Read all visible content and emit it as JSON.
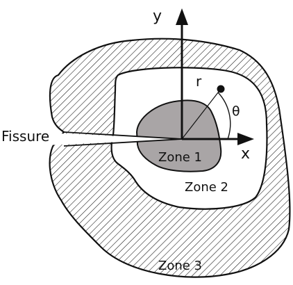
{
  "labels": {
    "y_axis": "y",
    "x_axis": "x",
    "radius": "r",
    "angle": "θ",
    "crack": "Fissure",
    "zone1": "Zone 1",
    "zone2": "Zone 2",
    "zone3": "Zone 3"
  },
  "colors": {
    "stroke": "#111111",
    "zone1_fill": "#a9a5a6",
    "zone2_fill": "#ffffff",
    "hatch": "#111111",
    "background": "#ffffff"
  }
}
